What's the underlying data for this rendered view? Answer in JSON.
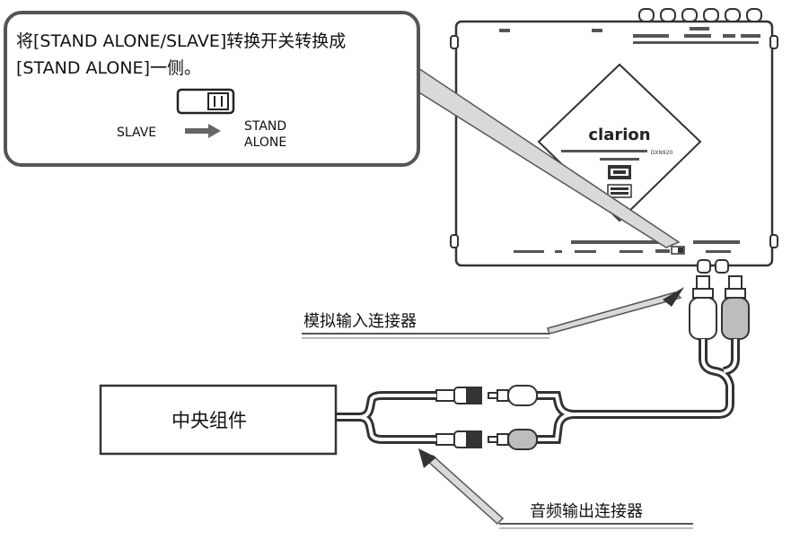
{
  "callout": {
    "line1": "将[STAND ALONE/SLAVE]转换开关转换成",
    "line2": "[STAND ALONE]一侧。",
    "switch_left_label": "SLAVE",
    "switch_right_label_line1": "STAND",
    "switch_right_label_line2": "ALONE"
  },
  "device": {
    "brand": "clarion",
    "model": "DXN920"
  },
  "labels": {
    "analog_input": "模拟输入连接器",
    "central_unit": "中央组件",
    "audio_output": "音频输出连接器"
  },
  "colors": {
    "outline": "#333333",
    "callout_border": "#555555",
    "leader_fill": "#d9d9d9",
    "plug_red": "#bdbdbd",
    "plug_white": "#ffffff"
  }
}
